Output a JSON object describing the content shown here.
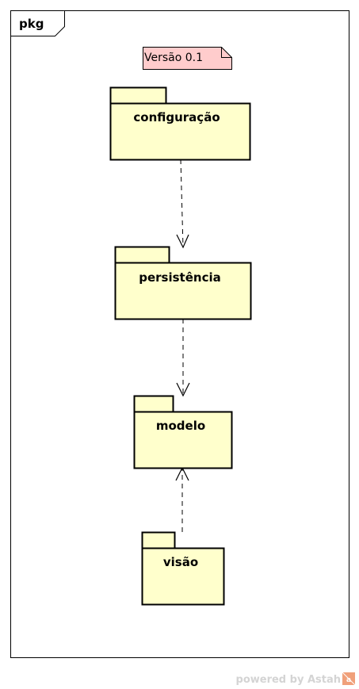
{
  "frame": {
    "label": "pkg"
  },
  "note": {
    "text": "Versão 0.1"
  },
  "packages": {
    "configuracao": "configuração",
    "persistencia": "persistência",
    "modelo": "modelo",
    "visao": "visão"
  },
  "footer": {
    "text": "powered by Astah",
    "logo_glyph": "a"
  },
  "colors": {
    "package_fill": "#ffffcc",
    "note_fill": "#ffcccc",
    "stroke": "#000000",
    "footer_text": "#d4d4d4",
    "logo": "#f0a07a"
  }
}
